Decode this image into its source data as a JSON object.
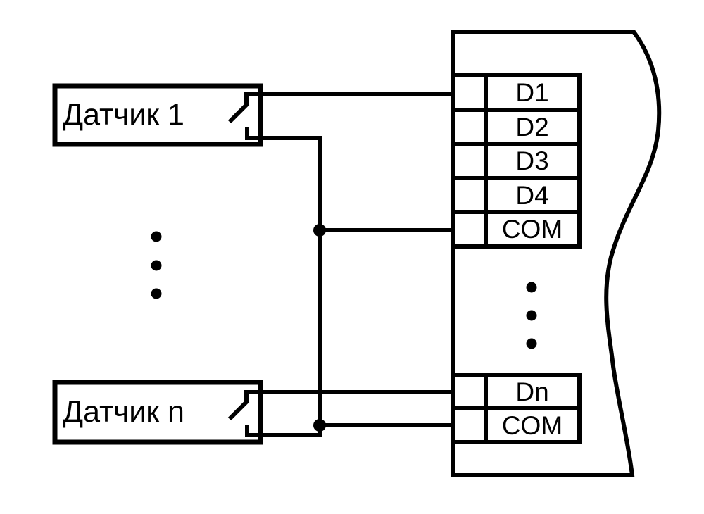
{
  "diagram": {
    "type": "wiring-connection-diagram",
    "sensors": {
      "sensor1": {
        "label": "Датчик 1"
      },
      "sensorN": {
        "label": "Датчик n"
      }
    },
    "module": {
      "top_terminals": [
        "D1",
        "D2",
        "D3",
        "D4",
        "COM"
      ],
      "bottom_terminals": [
        "Dn",
        "COM"
      ]
    },
    "colors": {
      "line": "#000000",
      "background": "#ffffff"
    }
  }
}
